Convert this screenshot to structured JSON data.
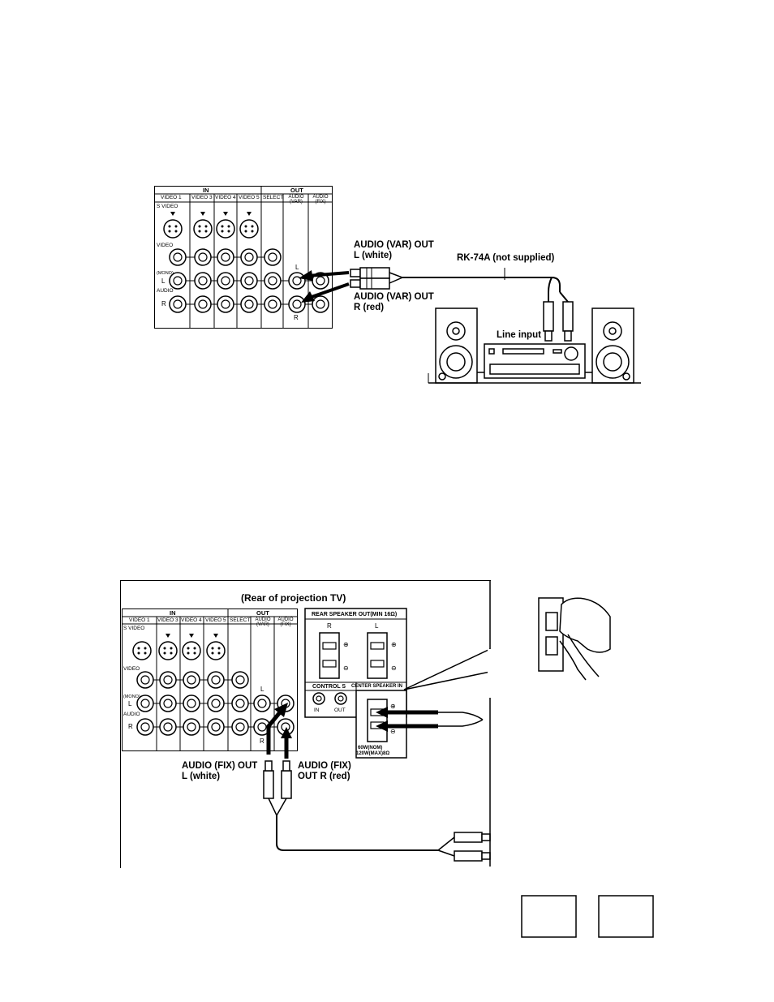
{
  "diagram1": {
    "panel": {
      "in_label": "IN",
      "out_label": "OUT",
      "columns": [
        "VIDEO 1",
        "VIDEO 3",
        "VIDEO 4",
        "VIDEO 5",
        "SELECT",
        "AUDIO (VAR)",
        "AUDIO (FIX)"
      ],
      "row_labels": {
        "svideo": "S VIDEO",
        "video": "VIDEO",
        "mono": "(MONO)",
        "l": "L",
        "audio": "AUDIO",
        "r": "R"
      },
      "jack_l": "L",
      "jack_r": "R"
    },
    "labels": {
      "var_out_l": "AUDIO (VAR) OUT",
      "var_out_l_sub": "L (white)",
      "var_out_r": "AUDIO (VAR) OUT",
      "var_out_r_sub": "R (red)",
      "cable": "RK-74A (not supplied)",
      "line_input": "Line input"
    }
  },
  "diagram2": {
    "title": "(Rear of projection TV)",
    "panel": {
      "in_label": "IN",
      "out_label": "OUT",
      "columns": [
        "VIDEO 1",
        "VIDEO 3",
        "VIDEO 4",
        "VIDEO 5",
        "SELECT",
        "AUDIO (VAR)",
        "AUDIO (FIX)"
      ],
      "row_labels": {
        "svideo": "S VIDEO",
        "video": "VIDEO",
        "mono": "(MONO)",
        "l": "L",
        "audio": "AUDIO",
        "r": "R"
      },
      "jack_l": "L",
      "jack_r": "R"
    },
    "speaker_panel": {
      "rear_out": "REAR SPEAKER OUT(MIN 16Ω)",
      "r": "R",
      "l": "L",
      "control_s": "CONTROL S",
      "in": "IN",
      "out": "OUT",
      "center_in": "CENTER SPEAKER IN",
      "rating1": "60W(NOM)",
      "rating2": "120W(MAX)8Ω",
      "plus": "⊕",
      "minus": "⊖"
    },
    "labels": {
      "fix_out_l": "AUDIO (FIX) OUT",
      "fix_out_l_sub": "L (white)",
      "fix_out_r": "AUDIO (FIX)",
      "fix_out_r_sub": "OUT R (red)"
    }
  }
}
